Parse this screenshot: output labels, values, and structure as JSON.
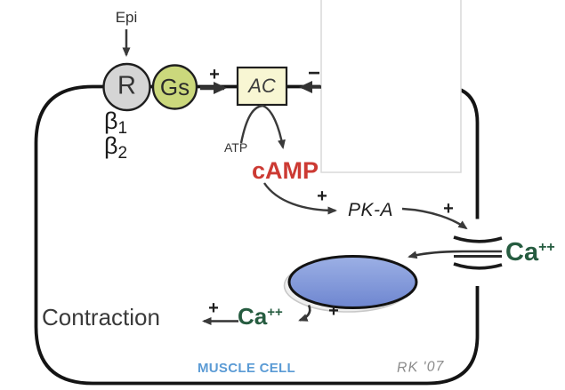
{
  "cell": {
    "label": "MUSCLE CELL",
    "signature": "RK '07"
  },
  "nodes": {
    "epi": "Epi",
    "receptor": "R",
    "gs_protein": "Gs",
    "beta1": {
      "base": "β",
      "sub": "1"
    },
    "beta2": {
      "base": "β",
      "sub": "2"
    },
    "ac_enzyme": "AC",
    "atp": "ATP",
    "camp": "cAMP",
    "pka": "PK-A",
    "calcium_outside": {
      "base": "Ca",
      "sup": "++"
    },
    "calcium_inside": {
      "base": "Ca",
      "sup": "++"
    },
    "contraction": "Contraction"
  },
  "signs": {
    "plus_gs_to_ac": "+",
    "plus_camp_to_pka": "+",
    "plus_pka_to_channel": "+",
    "plus_ellipse_to_ca": "+",
    "plus_ca_to_contraction": "+",
    "minus_to_ac": "−"
  },
  "colors": {
    "membrane": "#141414",
    "arrow": "#3a3a3a",
    "receptor_fill": "#d5d5d5",
    "gs_fill": "#cbd87c",
    "ac_fill": "#f8f6d3",
    "organelle_fill_top": "#9cb0e5",
    "organelle_fill_bottom": "#6e86d0",
    "camp_red": "#cc3a33",
    "calcium_green": "#265c40",
    "muscle_cell_blue": "#5b9bd5",
    "signature_gray": "#8c8c8c",
    "overlay_border": "#d9d9d9"
  }
}
